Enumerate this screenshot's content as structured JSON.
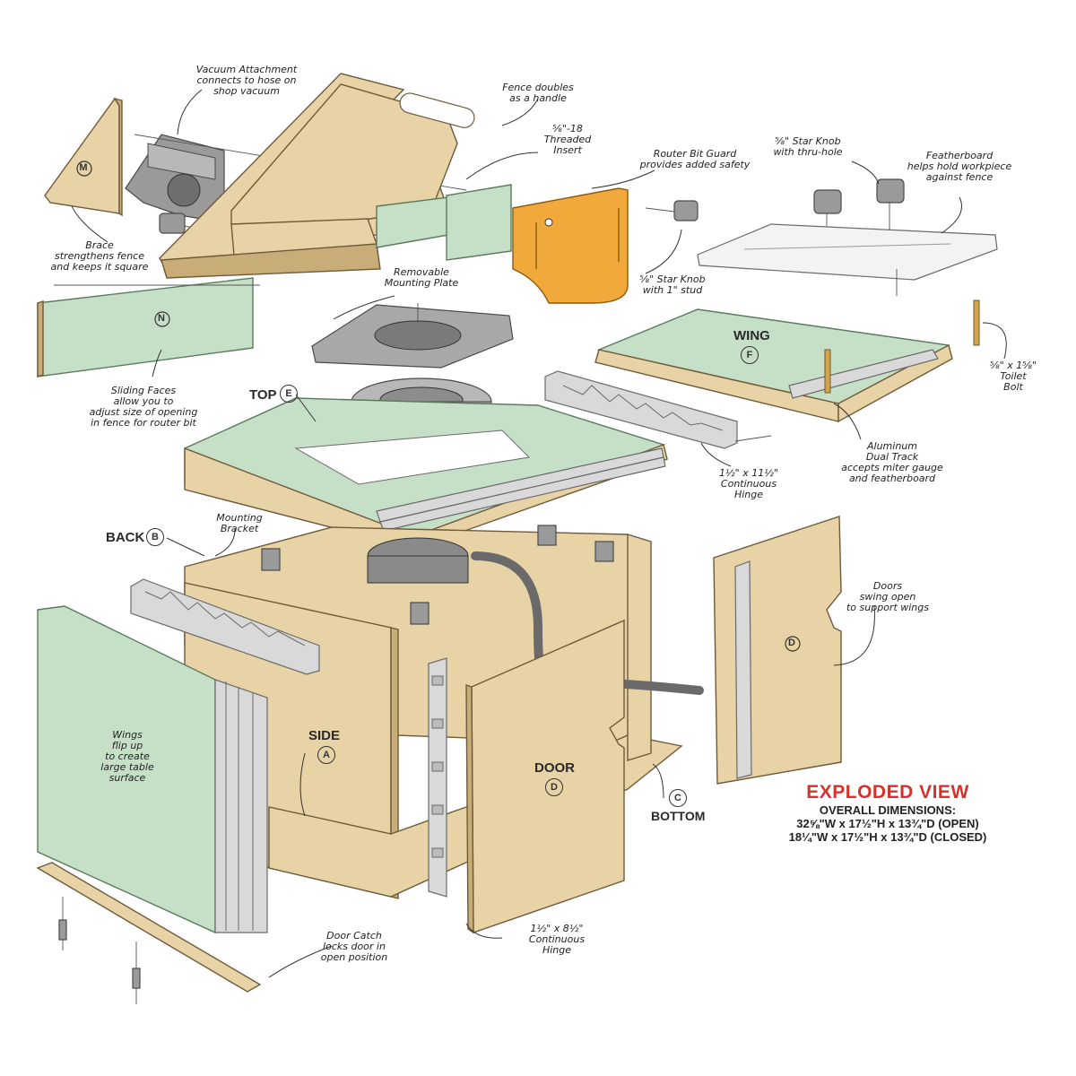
{
  "title": {
    "main": "EXPLODED VIEW",
    "sub": "OVERALL DIMENSIONS:",
    "open": "32⅝\"W x 17½\"H x 13¾\"D (OPEN)",
    "closed": "18¼\"W x 17½\"H x 13¾\"D (CLOSED)"
  },
  "parts": {
    "top": {
      "label": "TOP",
      "letter": "E"
    },
    "back": {
      "label": "BACK",
      "letter": "B"
    },
    "side": {
      "label": "SIDE",
      "letter": "A"
    },
    "door": {
      "label": "DOOR",
      "letter": "D"
    },
    "bottom": {
      "label": "BOTTOM",
      "letter": "C"
    },
    "wing": {
      "label": "WING",
      "letter": "F"
    },
    "brace_letter": "M",
    "facing_letter": "N",
    "door_right_letter": "D"
  },
  "callouts": {
    "vacuum": "Vacuum Attachment\nconnects to hose on\nshop vacuum",
    "fence_handle": "Fence doubles\nas a handle",
    "threaded_insert": "⅝\"-18\nThreaded\nInsert",
    "bit_guard": "Router Bit Guard\nprovides added safety",
    "star_knob_thru": "⅝\" Star Knob\nwith thru-hole",
    "featherboard": "Featherboard\nhelps hold workpiece\nagainst fence",
    "brace": "Brace\nstrengthens fence\nand keeps it square",
    "mounting_plate": "Removable\nMounting Plate",
    "star_knob_stud": "⅝\" Star Knob\nwith 1\" stud",
    "sliding_faces": "Sliding Faces\nallow you to\nadjust size of opening\nin fence for router bit",
    "toilet_bolt": "⅝\" x 1⅝\"\nToilet\nBolt",
    "dual_track": "Aluminum\nDual Track\naccepts miter gauge\nand featherboard",
    "hinge_top": "1½\" x 11½\"\nContinuous\nHinge",
    "mounting_bracket": "Mounting\nBracket",
    "doors_swing": "Doors\nswing open\nto support wings",
    "wings_flip": "Wings\nflip up\nto create\nlarge table\nsurface",
    "door_catch": "Door Catch\nlocks door in\nopen position",
    "hinge_bottom": "1½\" x 8½\"\nContinuous\nHinge"
  },
  "colors": {
    "wood": "#e8d3a6",
    "wood_dark": "#c9ad78",
    "laminate": "#c6e0c8",
    "aluminum": "#d4d4d4",
    "guard": "#f2a93b",
    "title_red": "#d6322b"
  }
}
